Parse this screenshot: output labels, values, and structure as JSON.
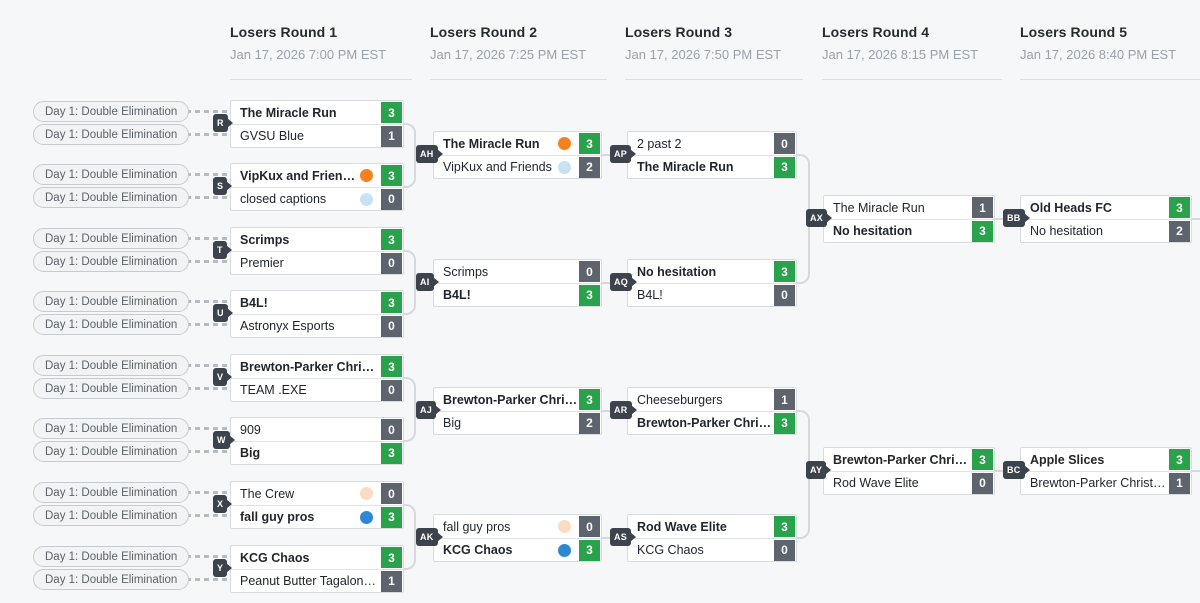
{
  "pill_label": "Day 1: Double Elimination",
  "colors": {
    "winner_score": "#2aa24b",
    "loser_score": "#5d646e",
    "badge": "#3d434d",
    "connector": "#d6d9dc",
    "dot_orange": "#f5821f",
    "dot_light_blue": "#c9e2f3",
    "dot_peach": "#fadcc4",
    "dot_blue": "#2e87d1"
  },
  "rounds": [
    {
      "title": "Losers Round 1",
      "datetime": "Jan 17, 2026 7:00 PM EST"
    },
    {
      "title": "Losers Round 2",
      "datetime": "Jan 17, 2026 7:25 PM EST"
    },
    {
      "title": "Losers Round 3",
      "datetime": "Jan 17, 2026 7:50 PM EST"
    },
    {
      "title": "Losers Round 4",
      "datetime": "Jan 17, 2026 8:15 PM EST"
    },
    {
      "title": "Losers Round 5",
      "datetime": "Jan 17, 2026 8:40 PM EST"
    }
  ],
  "matches": [
    {
      "id": "R",
      "col": 0,
      "slot": 0,
      "teams": [
        {
          "name": "The Miracle Run",
          "score": 3,
          "winner": true
        },
        {
          "name": "GVSU Blue",
          "score": 1,
          "winner": false
        }
      ]
    },
    {
      "id": "S",
      "col": 0,
      "slot": 1,
      "teams": [
        {
          "name": "VipKux and Friends",
          "score": 3,
          "winner": true,
          "dot": "#f5821f"
        },
        {
          "name": "closed captions",
          "score": 0,
          "winner": false,
          "dot": "#c9e2f3"
        }
      ]
    },
    {
      "id": "T",
      "col": 0,
      "slot": 2,
      "teams": [
        {
          "name": "Scrimps",
          "score": 3,
          "winner": true
        },
        {
          "name": "Premier",
          "score": 0,
          "winner": false
        }
      ]
    },
    {
      "id": "U",
      "col": 0,
      "slot": 3,
      "teams": [
        {
          "name": "B4L!",
          "score": 3,
          "winner": true
        },
        {
          "name": "Astronyx Esports",
          "score": 0,
          "winner": false
        }
      ]
    },
    {
      "id": "V",
      "col": 0,
      "slot": 4,
      "teams": [
        {
          "name": "Brewton-Parker Chris…",
          "score": 3,
          "winner": true
        },
        {
          "name": "TEAM .EXE",
          "score": 0,
          "winner": false
        }
      ]
    },
    {
      "id": "W",
      "col": 0,
      "slot": 5,
      "teams": [
        {
          "name": "909",
          "score": 0,
          "winner": false
        },
        {
          "name": "Big",
          "score": 3,
          "winner": true
        }
      ]
    },
    {
      "id": "X",
      "col": 0,
      "slot": 6,
      "teams": [
        {
          "name": "The Crew",
          "score": 0,
          "winner": false,
          "dot": "#fadcc4"
        },
        {
          "name": "fall guy pros",
          "score": 3,
          "winner": true,
          "dot": "#2e87d1"
        }
      ]
    },
    {
      "id": "Y",
      "col": 0,
      "slot": 7,
      "teams": [
        {
          "name": "KCG Chaos",
          "score": 3,
          "winner": true
        },
        {
          "name": "Peanut Butter Tagalon…",
          "score": 1,
          "winner": false
        }
      ]
    },
    {
      "id": "AH",
      "col": 1,
      "slot": 0,
      "teams": [
        {
          "name": "The Miracle Run",
          "score": 3,
          "winner": true,
          "dot": "#f5821f"
        },
        {
          "name": "VipKux and Friends",
          "score": 2,
          "winner": false,
          "dot": "#c9e2f3"
        }
      ]
    },
    {
      "id": "AI",
      "col": 1,
      "slot": 1,
      "teams": [
        {
          "name": "Scrimps",
          "score": 0,
          "winner": false
        },
        {
          "name": "B4L!",
          "score": 3,
          "winner": true
        }
      ]
    },
    {
      "id": "AJ",
      "col": 1,
      "slot": 2,
      "teams": [
        {
          "name": "Brewton-Parker Chris…",
          "score": 3,
          "winner": true
        },
        {
          "name": "Big",
          "score": 2,
          "winner": false
        }
      ]
    },
    {
      "id": "AK",
      "col": 1,
      "slot": 3,
      "teams": [
        {
          "name": "fall guy pros",
          "score": 0,
          "winner": false,
          "dot": "#fadcc4"
        },
        {
          "name": "KCG Chaos",
          "score": 3,
          "winner": true,
          "dot": "#2e87d1"
        }
      ]
    },
    {
      "id": "AP",
      "col": 2,
      "slot": 0,
      "teams": [
        {
          "name": "2 past 2",
          "score": 0,
          "winner": false
        },
        {
          "name": "The Miracle Run",
          "score": 3,
          "winner": true
        }
      ]
    },
    {
      "id": "AQ",
      "col": 2,
      "slot": 1,
      "teams": [
        {
          "name": "No hesitation",
          "score": 3,
          "winner": true
        },
        {
          "name": "B4L!",
          "score": 0,
          "winner": false
        }
      ]
    },
    {
      "id": "AR",
      "col": 2,
      "slot": 2,
      "teams": [
        {
          "name": "Cheeseburgers",
          "score": 1,
          "winner": false
        },
        {
          "name": "Brewton-Parker Chris…",
          "score": 3,
          "winner": true
        }
      ]
    },
    {
      "id": "AS",
      "col": 2,
      "slot": 3,
      "teams": [
        {
          "name": "Rod Wave Elite",
          "score": 3,
          "winner": true
        },
        {
          "name": "KCG Chaos",
          "score": 0,
          "winner": false
        }
      ]
    },
    {
      "id": "AX",
      "col": 3,
      "slot": 0,
      "teams": [
        {
          "name": "The Miracle Run",
          "score": 1,
          "winner": false
        },
        {
          "name": "No hesitation",
          "score": 3,
          "winner": true
        }
      ]
    },
    {
      "id": "AY",
      "col": 3,
      "slot": 1,
      "teams": [
        {
          "name": "Brewton-Parker Chris…",
          "score": 3,
          "winner": true
        },
        {
          "name": "Rod Wave Elite",
          "score": 0,
          "winner": false
        }
      ]
    },
    {
      "id": "BB",
      "col": 4,
      "slot": 0,
      "teams": [
        {
          "name": "Old Heads FC",
          "score": 3,
          "winner": true
        },
        {
          "name": "No hesitation",
          "score": 2,
          "winner": false
        }
      ]
    },
    {
      "id": "BC",
      "col": 4,
      "slot": 1,
      "teams": [
        {
          "name": "Apple Slices",
          "score": 3,
          "winner": true
        },
        {
          "name": "Brewton-Parker Christi…",
          "score": 1,
          "winner": false
        }
      ]
    }
  ]
}
